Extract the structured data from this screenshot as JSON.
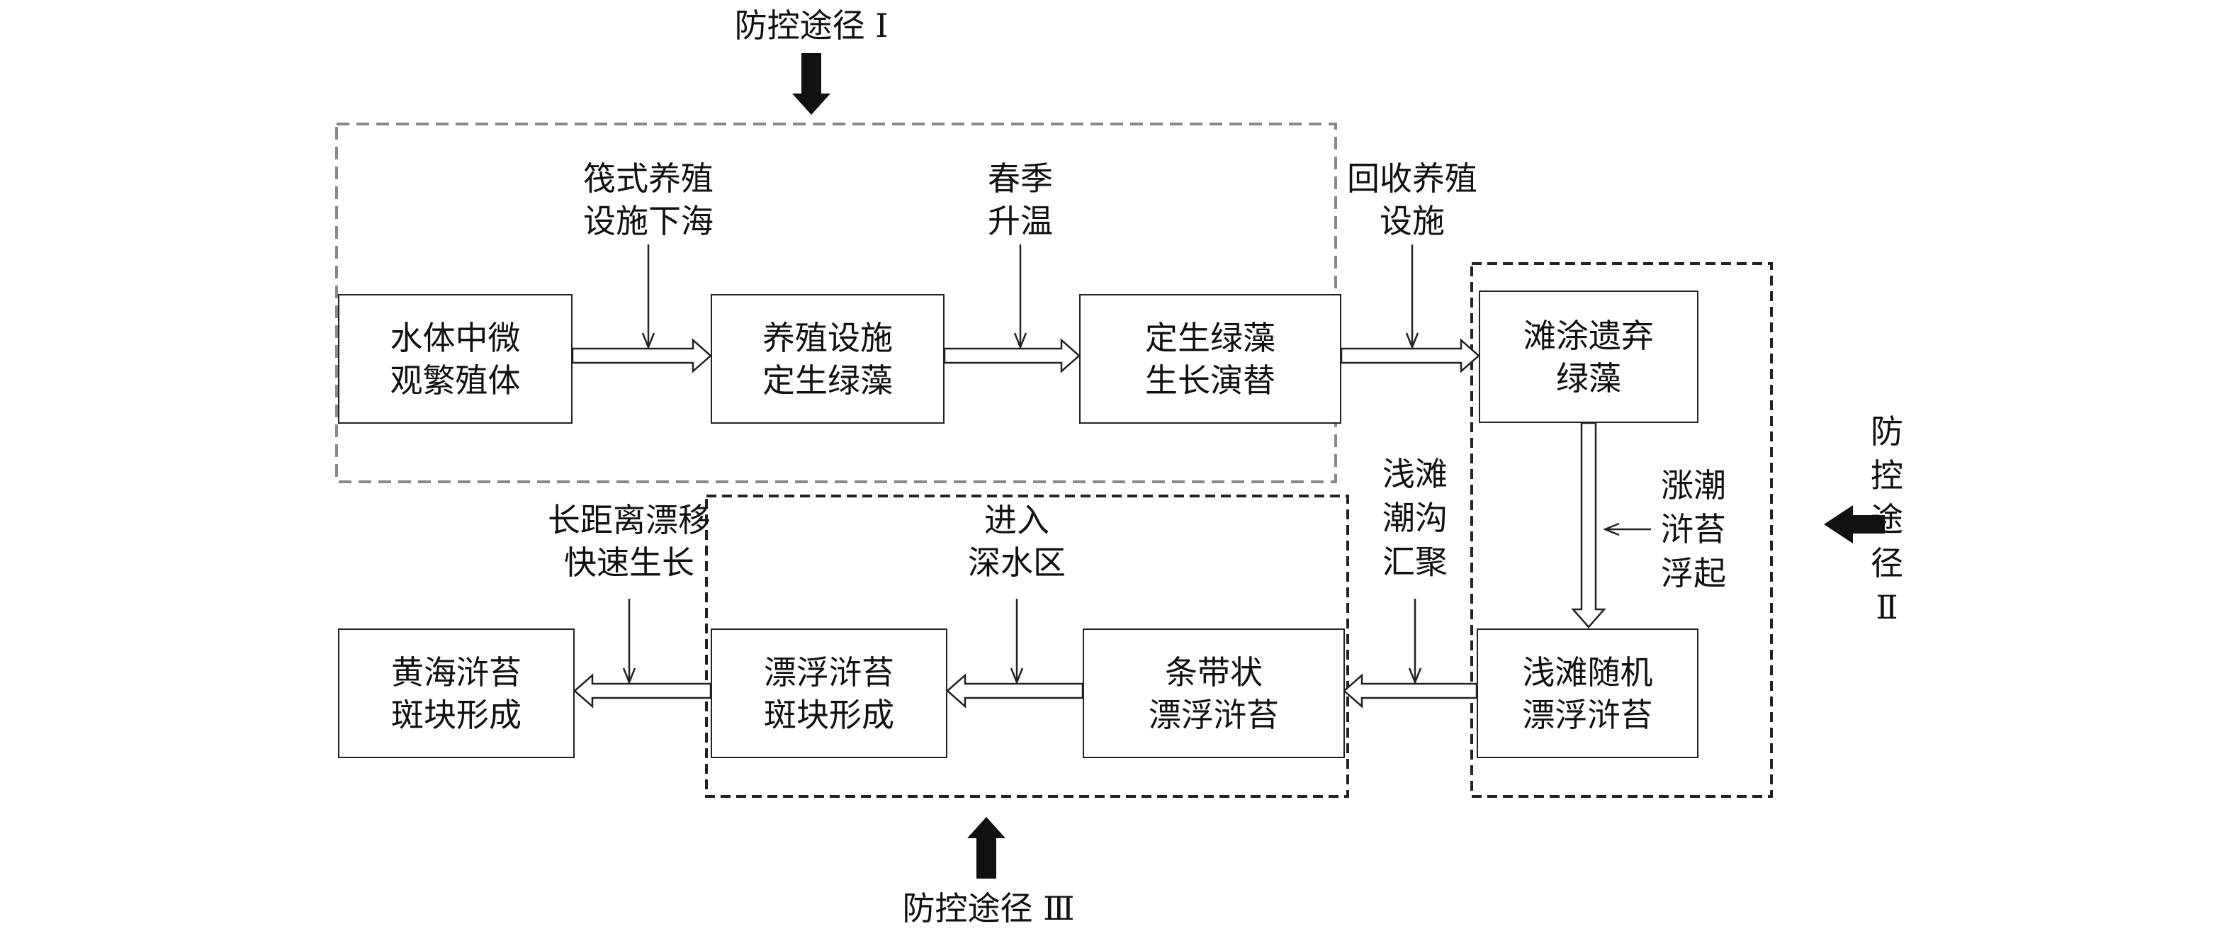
{
  "boxes": {
    "box1": [
      "水体中微",
      "观繁殖体"
    ],
    "box2": [
      "养殖设施",
      "定生绿藻"
    ],
    "box3": [
      "定生绿藻",
      "生长演替"
    ],
    "box4": [
      "滩涂遗弃",
      "绿藻"
    ],
    "box5": [
      "浅滩随机",
      "漂浮浒苔"
    ],
    "box6": [
      "条带状",
      "漂浮浒苔"
    ],
    "box7": [
      "漂浮浒苔",
      "斑块形成"
    ],
    "box8": [
      "黄海浒苔",
      "斑块形成"
    ]
  },
  "labels": {
    "raft": [
      "筏式养殖",
      "设施下海"
    ],
    "spring": [
      "春季",
      "升温"
    ],
    "recycle": [
      "回收养殖",
      "设施"
    ],
    "tide": [
      "涨潮",
      "浒苔",
      "浮起"
    ],
    "shoal": [
      "浅滩",
      "潮沟",
      "汇聚"
    ],
    "deep": [
      "进入",
      "深水区"
    ],
    "drift": [
      "长距离漂移",
      "快速生长"
    ]
  },
  "control": {
    "route1": "防控途径 Ⅰ",
    "route2": [
      "防",
      "控",
      "途",
      "径",
      "Ⅱ"
    ],
    "route3": "防控途径 Ⅲ"
  }
}
